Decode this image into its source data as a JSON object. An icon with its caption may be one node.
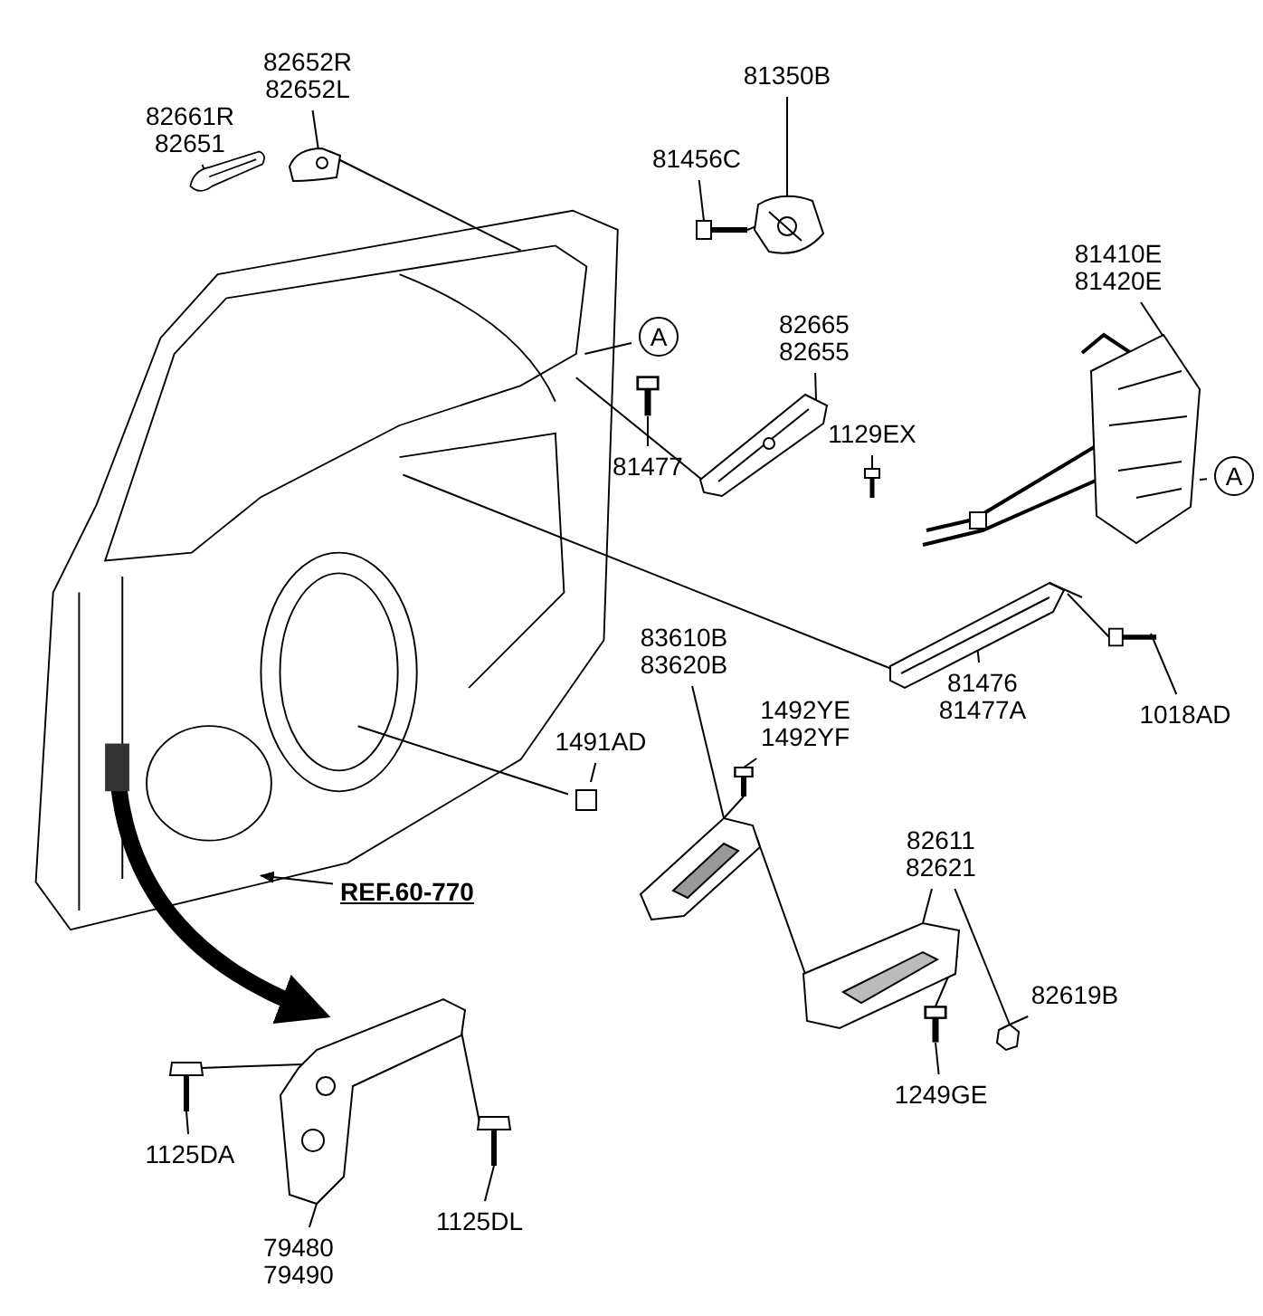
{
  "diagram": {
    "nodes": [
      {
        "text": [
          "82652R",
          "82652L"
        ]
      },
      {
        "text": [],
        "shape": "picture"
      },
      {
        "text": [
          "82661R",
          "82651"
        ]
      },
      {
        "text": [],
        "shape": "picture"
      },
      {
        "text": [
          "81350B"
        ]
      },
      {
        "text": [],
        "shape": "picture"
      },
      {
        "text": [
          "81456C"
        ]
      },
      {
        "text": [],
        "shape": "picture"
      },
      {
        "text": [
          "82665",
          "82655"
        ]
      },
      {
        "text": [],
        "shape": "picture"
      },
      {
        "text": [
          "81410E",
          "81420E"
        ]
      },
      {
        "text": [],
        "shape": "picture"
      },
      {
        "text": [
          "A"
        ]
      },
      {
        "text": [
          "1129EX"
        ]
      },
      {
        "text": [],
        "shape": "picture"
      },
      {
        "text": [
          "81477"
        ]
      },
      {
        "text": [],
        "shape": "picture"
      },
      {
        "text": [
          "A"
        ]
      },
      {
        "text": [],
        "shape": "picture"
      },
      {
        "text": [
          "83610B",
          "83620B"
        ]
      },
      {
        "text": [
          "81476",
          "81477A"
        ]
      },
      {
        "text": [],
        "shape": "picture"
      },
      {
        "text": [
          "1018AD"
        ]
      },
      {
        "text": [],
        "shape": "picture"
      },
      {
        "text": [
          "1491AD"
        ]
      },
      {
        "text": [],
        "shape": "box"
      },
      {
        "text": [
          "1492YE",
          "1492YF"
        ]
      },
      {
        "text": [],
        "shape": "picture"
      },
      {
        "text": [
          "REF.60-770"
        ]
      },
      {
        "text": [],
        "shape": "picture"
      },
      {
        "text": [
          "82611",
          "82621"
        ]
      },
      {
        "text": [],
        "shape": "picture"
      },
      {
        "text": [
          "82619B"
        ]
      },
      {
        "text": [],
        "shape": "picture"
      },
      {
        "text": [
          "1249GE"
        ]
      },
      {
        "text": [],
        "shape": "picture"
      },
      {
        "text": [],
        "shape": "picture"
      },
      {
        "text": [
          "1125DA"
        ]
      },
      {
        "text": [],
        "shape": "picture"
      },
      {
        "text": [
          "1125DL"
        ]
      },
      {
        "text": [],
        "shape": "picture"
      },
      {
        "text": [
          "79480",
          "79490"
        ]
      }
    ],
    "edges": [
      {
        "from": 0,
        "to": 1,
        "arrow": "none"
      },
      {
        "from": 2,
        "to": 3,
        "arrow": "none"
      },
      {
        "from": 4,
        "to": 5,
        "arrow": "none"
      },
      {
        "from": 6,
        "to": 7,
        "arrow": "none"
      },
      {
        "from": 8,
        "to": 9,
        "arrow": "none"
      },
      {
        "from": 10,
        "to": 11,
        "arrow": "none"
      },
      {
        "from": 12,
        "to": 18,
        "arrow": "none"
      },
      {
        "from": 13,
        "to": 14,
        "arrow": "none"
      },
      {
        "from": 15,
        "to": 16,
        "arrow": "none"
      },
      {
        "from": 17,
        "to": 11,
        "arrow": "none"
      },
      {
        "from": 1,
        "to": 18,
        "arrow": "none"
      },
      {
        "from": 7,
        "to": 5,
        "arrow": "none"
      },
      {
        "from": 9,
        "to": 18,
        "arrow": "none"
      },
      {
        "from": 19,
        "to": 29,
        "arrow": "none"
      },
      {
        "from": 20,
        "to": 21,
        "arrow": "none"
      },
      {
        "from": 21,
        "to": 18,
        "arrow": "none"
      },
      {
        "from": 22,
        "to": 23,
        "arrow": "none"
      },
      {
        "from": 23,
        "to": 21,
        "arrow": "none"
      },
      {
        "from": 24,
        "to": 25,
        "arrow": "none"
      },
      {
        "from": 25,
        "to": 18,
        "arrow": "none"
      },
      {
        "from": 26,
        "to": 27,
        "arrow": "none"
      },
      {
        "from": 27,
        "to": 29,
        "arrow": "none"
      },
      {
        "from": 28,
        "to": 18,
        "arrow": "to"
      },
      {
        "from": 29,
        "to": 31,
        "arrow": "none"
      },
      {
        "from": 30,
        "to": 31,
        "arrow": "none"
      },
      {
        "from": 30,
        "to": 33,
        "arrow": "none"
      },
      {
        "from": 32,
        "to": 33,
        "arrow": "none"
      },
      {
        "from": 34,
        "to": 35,
        "arrow": "none"
      },
      {
        "from": 35,
        "to": 31,
        "arrow": "none"
      },
      {
        "from": 18,
        "to": 36,
        "arrow": "to",
        "style": "thick"
      },
      {
        "from": 37,
        "to": 38,
        "arrow": "none"
      },
      {
        "from": 38,
        "to": 36,
        "arrow": "none"
      },
      {
        "from": 39,
        "to": 40,
        "arrow": "none"
      },
      {
        "from": 40,
        "to": 36,
        "arrow": "none"
      },
      {
        "from": 41,
        "to": 36,
        "arrow": "none"
      }
    ]
  }
}
